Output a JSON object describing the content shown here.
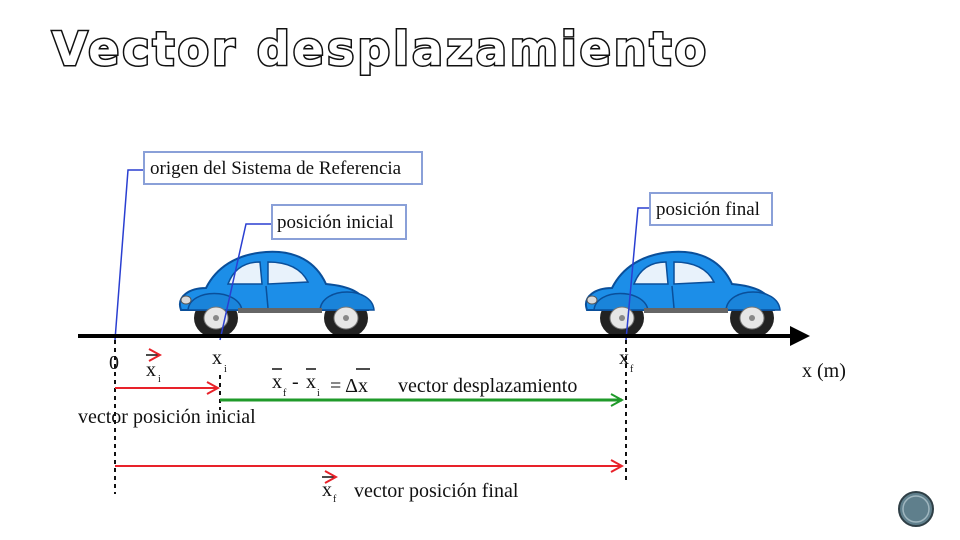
{
  "title": "Vector desplazamiento",
  "callouts": {
    "origin": "origen del Sistema de Referencia",
    "initial": "posición inicial",
    "final": "posición final"
  },
  "axis": {
    "origin_tick": "0",
    "xi_tick": "x",
    "xi_sub": "i",
    "xf_tick": "x",
    "xf_sub": "f",
    "unit_label": "x (m)"
  },
  "vectors": {
    "xi_symbol": "x",
    "xi_sub": "i",
    "initial_label": "vector posición inicial",
    "eq_xf": "x",
    "eq_xf_sub": "f",
    "eq_minus": "-",
    "eq_xi": "x",
    "eq_xi_sub": "i",
    "eq_result": "= Δx",
    "displacement_label": "vector desplazamiento",
    "xf_symbol": "x",
    "xf_sub": "f",
    "final_label": "vector posición final"
  },
  "colors": {
    "axis": "#000000",
    "callout_border": "#2a3fd1",
    "initial_vector": "#e8222a",
    "displacement_vector": "#1f9a2a",
    "final_vector": "#e8222a",
    "car_body": "#1c8ee8"
  },
  "icons": {
    "car": "beetle-car-icon",
    "nav": "nav-button-icon"
  }
}
